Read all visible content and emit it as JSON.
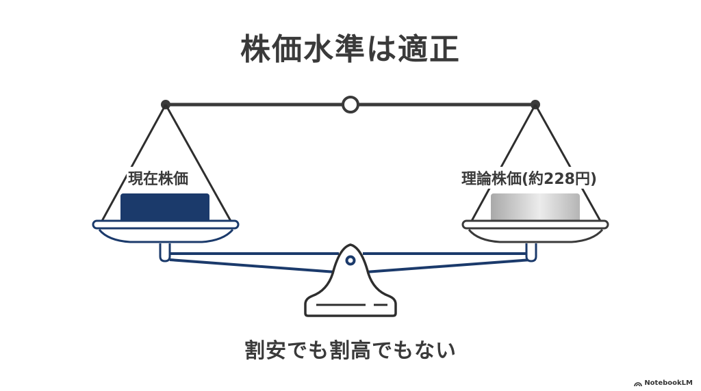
{
  "title": "株価水準は適正",
  "subtitle": "割安でも割高でもない",
  "scale": {
    "left_pan": {
      "label": "現在株価",
      "weight_color": "#1b3a6b"
    },
    "right_pan": {
      "label": "理論株価(約228円)",
      "weight_color": "#c4c4c4"
    },
    "beam_color": "#3a3a3a",
    "stand_color": "#1b3a6b"
  },
  "branding": {
    "label": "NotebookLM",
    "icon": "notebooklm-logo-icon"
  }
}
